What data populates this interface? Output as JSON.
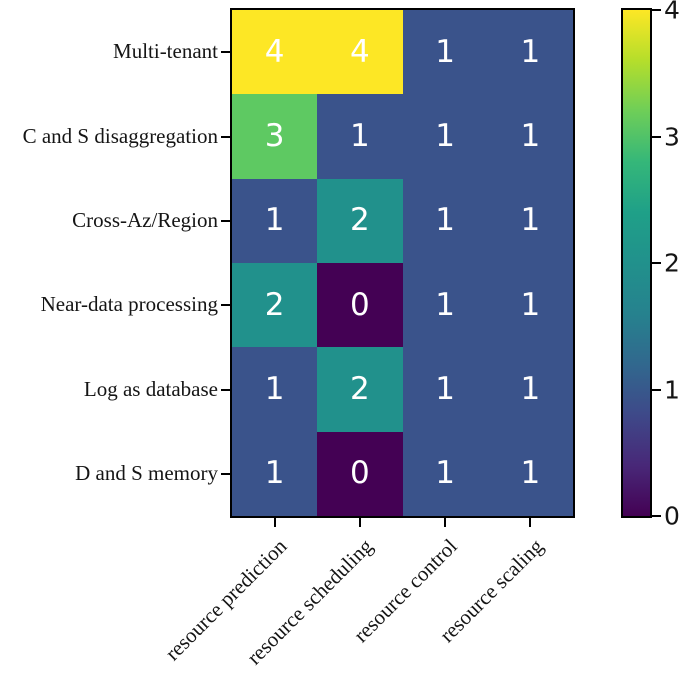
{
  "figure": {
    "background": "#ffffff",
    "axes_border_color": "#000000",
    "tick_color": "#000000",
    "label_color": "#151515"
  },
  "chart_data": {
    "type": "heatmap",
    "rows": [
      "Multi-tenant",
      "C and S disaggregation",
      "Cross-Az/Region",
      "Near-data processing",
      "Log as database",
      "D and S memory"
    ],
    "columns": [
      "resource prediction",
      "resource scheduling",
      "resource control",
      "resource scaling"
    ],
    "values": [
      [
        4,
        4,
        1,
        1
      ],
      [
        3,
        1,
        1,
        1
      ],
      [
        1,
        2,
        1,
        1
      ],
      [
        2,
        0,
        1,
        1
      ],
      [
        1,
        2,
        1,
        1
      ],
      [
        1,
        0,
        1,
        1
      ]
    ],
    "vmin": 0,
    "vmax": 4,
    "colormap": "viridis",
    "cell_text_color": "#ffffff",
    "xlabel_rotation_deg": 45,
    "palette": {
      "0": "#440154",
      "1": "#3a538b",
      "2": "#21918c",
      "3": "#5ec962",
      "4": "#fde725"
    },
    "colorbar": {
      "ticks": [
        0,
        1,
        2,
        3,
        4
      ],
      "position": "right",
      "gradient_bottom_to_top": [
        "#440154",
        "#482878",
        "#3e4989",
        "#31688e",
        "#26828e",
        "#21918c",
        "#1fa088",
        "#35b779",
        "#6ece58",
        "#b5de2b",
        "#fde725"
      ]
    }
  }
}
